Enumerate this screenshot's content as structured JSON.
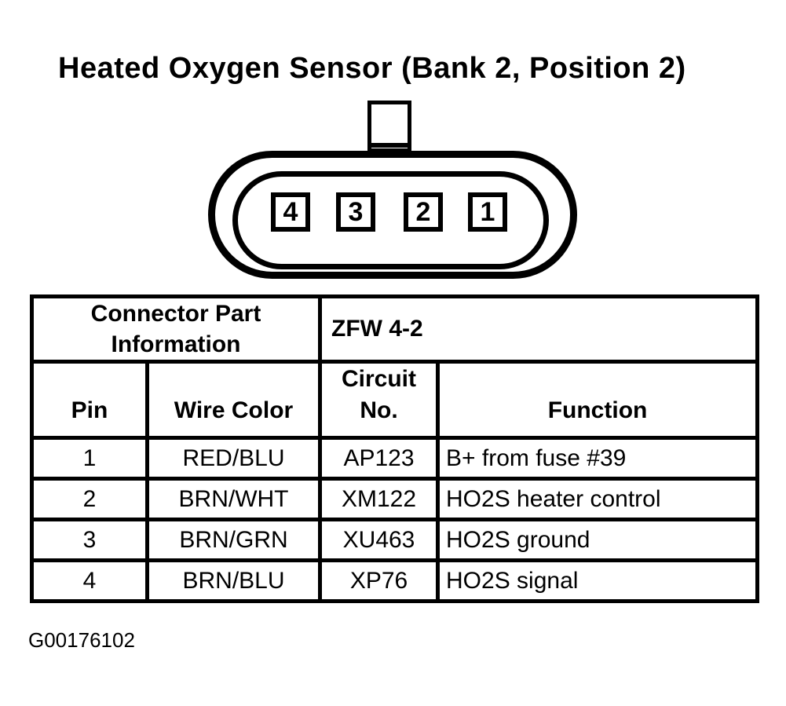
{
  "title": "Heated Oxygen Sensor (Bank 2, Position 2)",
  "figure_id": "G00176102",
  "connector": {
    "pins": [
      "4",
      "3",
      "2",
      "1"
    ]
  },
  "table": {
    "part_info_label": "Connector Part\nInformation",
    "part_number": "ZFW 4-2",
    "columns": {
      "pin": "Pin",
      "wire_color": "Wire Color",
      "circuit_no": "Circuit\nNo.",
      "function": "Function"
    },
    "rows": [
      {
        "pin": "1",
        "wire_color": "RED/BLU",
        "circuit_no": "AP123",
        "function": "B+ from fuse #39"
      },
      {
        "pin": "2",
        "wire_color": "BRN/WHT",
        "circuit_no": "XM122",
        "function": "HO2S heater control"
      },
      {
        "pin": "3",
        "wire_color": "BRN/GRN",
        "circuit_no": "XU463",
        "function": "HO2S ground"
      },
      {
        "pin": "4",
        "wire_color": "BRN/BLU",
        "circuit_no": "XP76",
        "function": "HO2S signal"
      }
    ]
  },
  "colors": {
    "ink": "#000000",
    "paper": "#ffffff"
  }
}
